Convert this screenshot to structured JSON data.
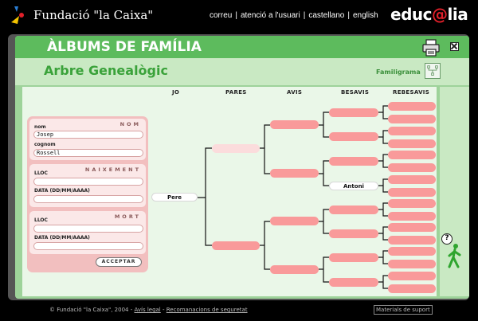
{
  "brand": {
    "name": "Fundació \"la Caixa\"",
    "site": "educ",
    "site_at": "@",
    "site_end": "lia"
  },
  "toplinks": [
    "correu",
    "atenció a l'usuari",
    "castellano",
    "english"
  ],
  "app": {
    "title": "ÀLBUMS DE FAMÍLIA",
    "subtitle": "Arbre Genealògic",
    "familigrama": "Familigrama"
  },
  "columns": [
    "JO",
    "PARES",
    "AVIS",
    "BESAVIS",
    "REBESAVIS"
  ],
  "form": {
    "nom_section": "NOM",
    "nom_label": "nom",
    "nom_value": "Josep",
    "cognom_label": "cognom",
    "cognom_value": "Rossell",
    "naixement_section": "NAIXEMENT",
    "lloc_label": "LLOC",
    "data_label": "DATA (DD/MM/AAAA)",
    "mort_section": "MORT",
    "lloc2_label": "LLOC",
    "data2_label": "DATA (DD/MM/AAAA)",
    "accept": "ACCEPTAR"
  },
  "tree": {
    "jo": "Pere",
    "besavi_named": "Antoni"
  },
  "footer": {
    "copyright": "© Fundació \"la Caixa\", 2004 - ",
    "legal": "Avís legal",
    "dash": " - ",
    "security": "Recomanacions de seguretat",
    "material": "Materials de suport"
  },
  "colors": {
    "green": "#5dbb5d",
    "node": "#f99a9a",
    "accent": "#e0202a"
  }
}
